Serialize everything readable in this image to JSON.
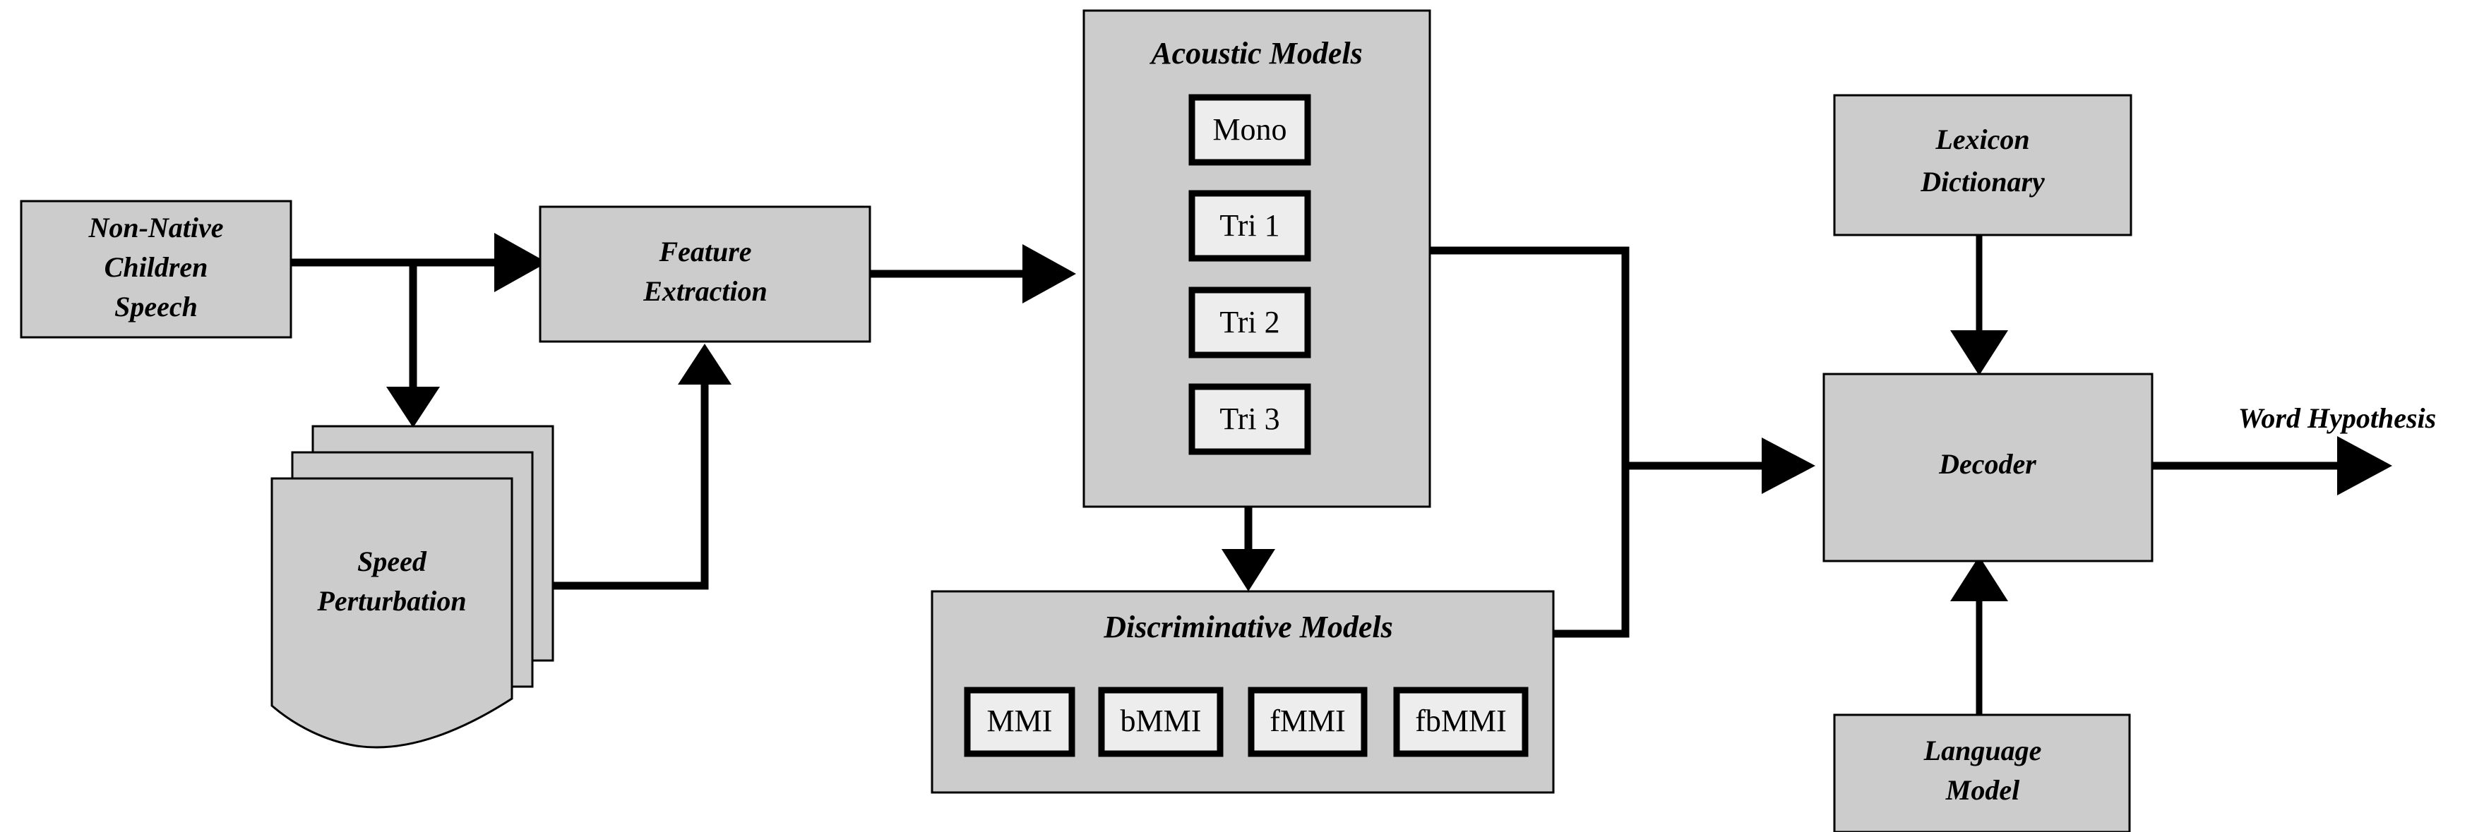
{
  "diagram": {
    "title": "ASR pipeline for non-native children speech",
    "colors": {
      "node_fill": "#cccccc",
      "sub_box_fill": "#ededed",
      "stroke": "#000000",
      "background": "#ffffff"
    },
    "nodes": {
      "input": {
        "label_line1": "Non-Native",
        "label_line2": "Children",
        "label_line3": "Speech"
      },
      "augment": {
        "label_line1": "Speed",
        "label_line2": "Perturbation"
      },
      "feature": {
        "label_line1": "Feature",
        "label_line2": "Extraction"
      },
      "acoustic": {
        "label": "Acoustic Models",
        "items": [
          "Mono",
          "Tri 1",
          "Tri 2",
          "Tri 3"
        ]
      },
      "discriminative": {
        "label": "Discriminative Models",
        "items": [
          "MMI",
          "bMMI",
          "fMMI",
          "fbMMI"
        ]
      },
      "lexicon": {
        "label_line1": "Lexicon",
        "label_line2": "Dictionary"
      },
      "decoder": {
        "label": "Decoder"
      },
      "language": {
        "label_line1": "Language",
        "label_line2": "Model"
      },
      "output": {
        "label": "Word Hypothesis"
      }
    },
    "edges": [
      {
        "id": "input-to-feature",
        "from": "input",
        "to": "feature",
        "arrow": true
      },
      {
        "id": "input-to-augment",
        "from": "input",
        "to": "augment",
        "arrow": true
      },
      {
        "id": "augment-to-feature",
        "from": "augment",
        "to": "feature",
        "arrow": true
      },
      {
        "id": "feature-to-acoustic",
        "from": "feature",
        "to": "acoustic",
        "arrow": true
      },
      {
        "id": "acoustic-to-discriminative",
        "from": "acoustic",
        "to": "discriminative",
        "arrow": true
      },
      {
        "id": "acoustic-to-decoder",
        "from": "acoustic",
        "to": "decoder",
        "arrow": true
      },
      {
        "id": "discriminative-to-decoder",
        "from": "discriminative",
        "to": "decoder",
        "arrow": true
      },
      {
        "id": "lexicon-to-decoder",
        "from": "lexicon",
        "to": "decoder",
        "arrow": true
      },
      {
        "id": "language-to-decoder",
        "from": "language",
        "to": "decoder",
        "arrow": true
      },
      {
        "id": "decoder-to-output",
        "from": "decoder",
        "to": "output",
        "arrow": true
      }
    ]
  }
}
